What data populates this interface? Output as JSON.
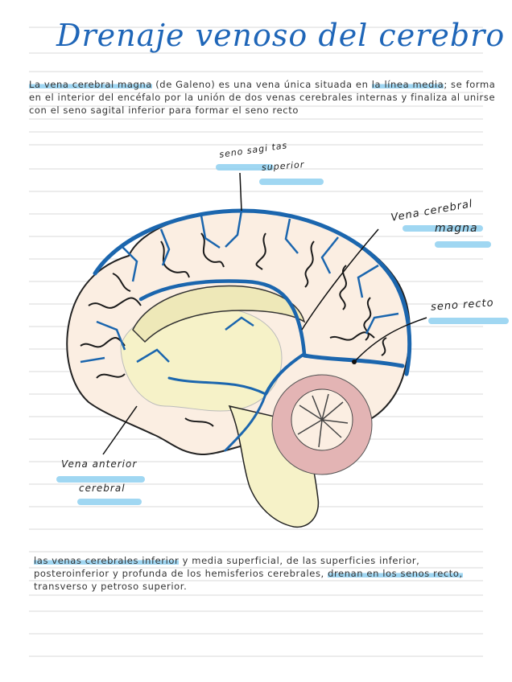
{
  "title": "Drenaje venoso del cerebro",
  "intro": {
    "hl1": "La vena cerebral magna",
    "t1": " (de Galeno) es una vena única situada en ",
    "hl2": "la línea media",
    "t2": "; se forma en el interior del encéfalo por la unión de dos venas cerebrales internas y finaliza al unirse con el seno sagital inferior para formar el seno recto"
  },
  "labels": {
    "seno_sagital_1": "seno sagi tas",
    "seno_sagital_2": "superior",
    "vena_magna_1": "Vena cerebral",
    "vena_magna_2": "magna",
    "seno_recto": "seno recto",
    "vena_anterior_1": "Vena anterior",
    "vena_anterior_2": "cerebral"
  },
  "outro": {
    "hl1": "las venas cerebrales inferior",
    "t1": " y media superficial, de las superficies inferior, posteroinferior y profunda de los hemisferios cerebrales, ",
    "hl2": "drenan en los senos recto,",
    "t2": " transverso y petroso superior."
  },
  "colors": {
    "vein": "#1b66ae",
    "highlight": "#9fd6f2",
    "brain_fill": "#fbeee2",
    "deep_fill": "#f6f2c8",
    "cerebellum": "#e3b4b4"
  }
}
